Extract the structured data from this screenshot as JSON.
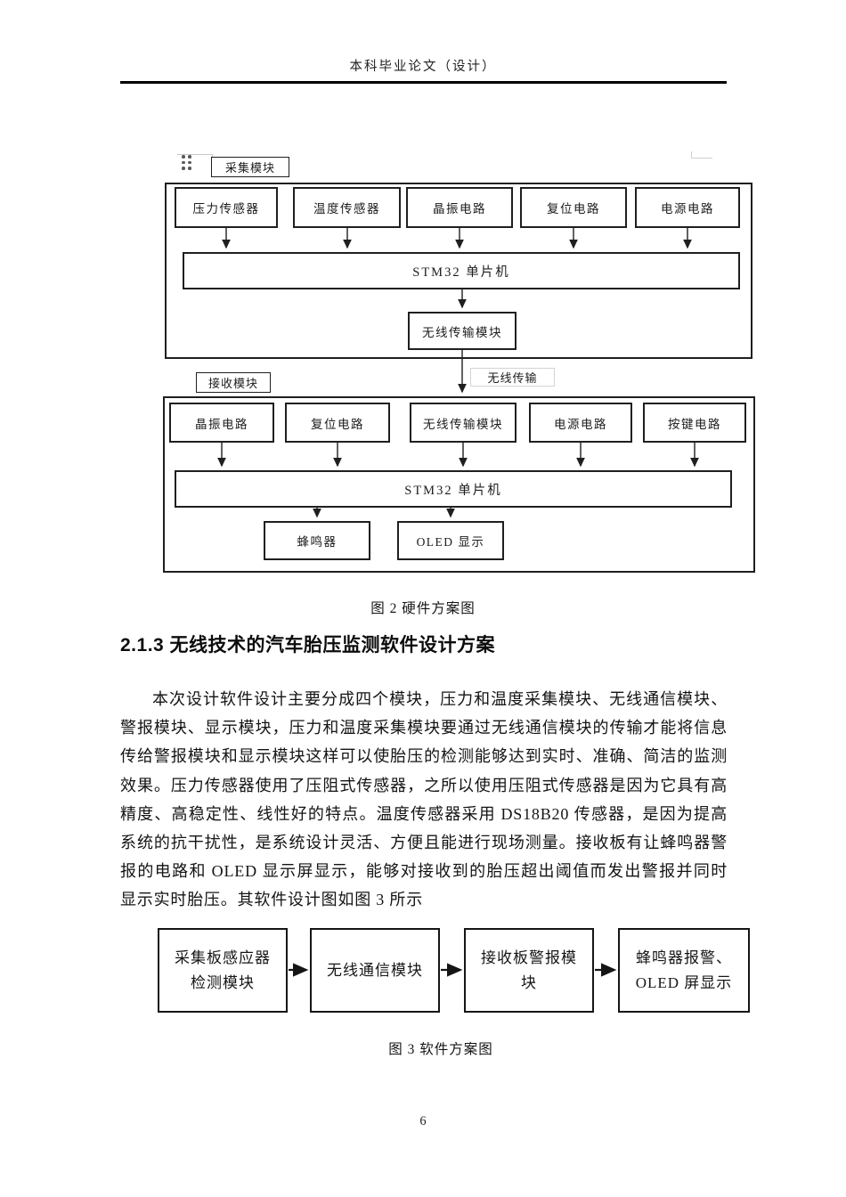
{
  "header": {
    "title": "本科毕业论文（设计）"
  },
  "hw_diagram": {
    "collector_label": "采集模块",
    "collector_row": [
      "压力传感器",
      "温度传感器",
      "晶振电路",
      "复位电路",
      "电源电路"
    ],
    "collector_mcu": "STM32 单片机",
    "collector_tx": "无线传输模块",
    "link_label": "无线传输",
    "receiver_label": "接收模块",
    "receiver_row": [
      "晶振电路",
      "复位电路",
      "无线传输模块",
      "电源电路",
      "按键电路"
    ],
    "receiver_mcu": "STM32 单片机",
    "receiver_outputs": [
      "蜂鸣器",
      "OLED 显示"
    ],
    "caption": "图 2 硬件方案图"
  },
  "section": {
    "heading": "2.1.3 无线技术的汽车胎压监测软件设计方案",
    "paragraph": "本次设计软件设计主要分成四个模块，压力和温度采集模块、无线通信模块、警报模块、显示模块，压力和温度采集模块要通过无线通信模块的传输才能将信息传给警报模块和显示模块这样可以使胎压的检测能够达到实时、准确、简洁的监测效果。压力传感器使用了压阻式传感器，之所以使用压阻式传感器是因为它具有高精度、高稳定性、线性好的特点。温度传感器采用 DS18B20 传感器，是因为提高系统的抗干扰性，是系统设计灵活、方便且能进行现场测量。接收板有让蜂鸣器警报的电路和 OLED 显示屏显示，能够对接收到的胎压超出阈值而发出警报并同时显示实时胎压。其软件设计图如图 3 所示"
  },
  "sw_diagram": {
    "steps": [
      {
        "lines": [
          "采集板感应器",
          "检测模块"
        ]
      },
      {
        "lines": [
          "无线通信模块"
        ]
      },
      {
        "lines": [
          "接收板警报模",
          "块"
        ]
      },
      {
        "lines": [
          "蜂鸣器报警、",
          "OLED 屏显示"
        ]
      }
    ],
    "caption": "图 3 软件方案图"
  },
  "footer": {
    "page_number": "6"
  }
}
